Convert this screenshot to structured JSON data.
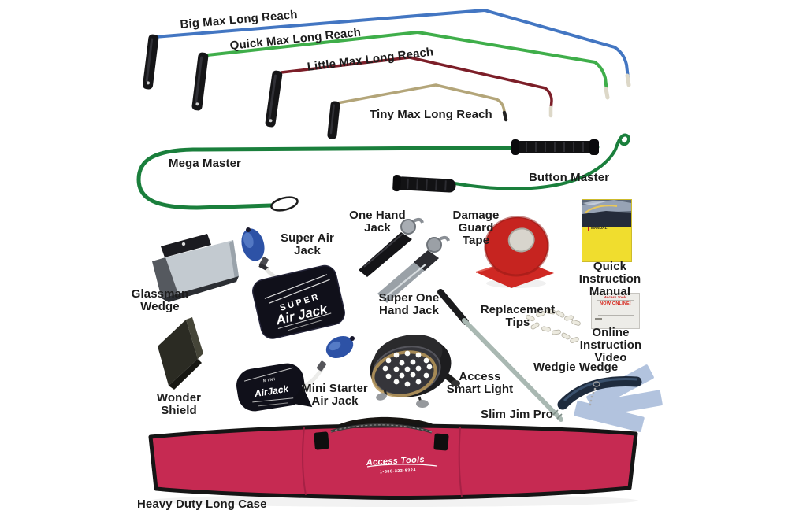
{
  "labels": {
    "big_max": "Big Max Long Reach",
    "quick_max": "Quick Max Long Reach",
    "little_max": "Little Max Long Reach",
    "tiny_max": "Tiny Max Long Reach",
    "mega_master": "Mega Master",
    "button_master": "Button Master",
    "glassman_wedge": "Glassman Wedge",
    "super_air_jack": "Super Air Jack",
    "one_hand_jack": "One Hand Jack",
    "super_one_hand_jack": "Super One Hand Jack",
    "damage_guard_tape": "Damage Guard Tape",
    "quick_instruction_manual": "Quick Instruction Manual",
    "replacement_tips": "Replacement Tips",
    "online_instruction_video": "Online Instruction Video",
    "wonder_shield": "Wonder Shield",
    "mini_starter_air_jack": "Mini Starter Air Jack",
    "access_smart_light": "Access Smart Light",
    "slim_jim_pro": "Slim Jim Pro",
    "wedgie_wedge": "Wedgie Wedge",
    "heavy_duty_long_case": "Heavy Duty Long Case"
  },
  "product_text": {
    "super_air_jack_bag_top": "SUPER",
    "super_air_jack_bag_main": "Air Jack",
    "mini_air_jack_bag_top": "MINI",
    "mini_air_jack_bag_main": "AirJack",
    "manual_cover_line1": "ACCESS TOOLS",
    "manual_cover_line2": "LONG REACH",
    "manual_cover_line3": "QUICK CAR OPENING",
    "manual_cover_line4": "MANUAL",
    "online_card_headline": "NOW ONLINE!",
    "brand_name": "Access Tools",
    "brand_phone": "1-800-323-8324"
  },
  "colors": {
    "big_max_rod": "#4376c2",
    "quick_max_rod": "#3fae4a",
    "little_max_rod": "#7c1e28",
    "tiny_max_rod": "#b3a579",
    "master_rod_green": "#1a7f3c",
    "tape_red": "#c62420",
    "case_pink": "#c62a52",
    "manual_yellow": "#f0dd2e",
    "air_jack_bag_navy": "#10101a",
    "pump_bulb_blue": "#2d52a6",
    "wedgie_navy": "#1e2b3d",
    "wedgie_strip_blue": "#7f9cc9",
    "slim_jim_shaft_gray": "#a9b8b2",
    "replacement_tip_white": "#eceadf",
    "label_text": "#1c1c1c"
  }
}
